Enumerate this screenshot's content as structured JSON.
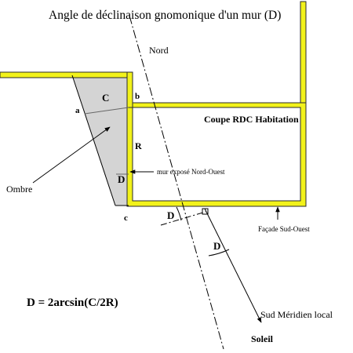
{
  "title": "Angle de déclinaison gnomonique d'un mur (D)",
  "labels": {
    "nord": "Nord",
    "c_upper": "C",
    "a": "a",
    "b": "b",
    "coupe": "Coupe RDC Habitation",
    "r": "R",
    "mur_expose": "mur exposé Nord-Ouest",
    "d_wall": "D",
    "ombre": "Ombre",
    "c_lower": "c",
    "d_left": "D",
    "facade": "Façade Sud-Ouest",
    "d_mid": "D",
    "formula": "D = 2arcsin(C/2R)",
    "sud_meridien": "Sud Méridien local",
    "soleil": "Soleil"
  },
  "colors": {
    "wall_fill": "#f2f21a",
    "wall_edge": "#2b2b2b",
    "shadow_fill": "#d4d4d4",
    "line": "#000000"
  }
}
